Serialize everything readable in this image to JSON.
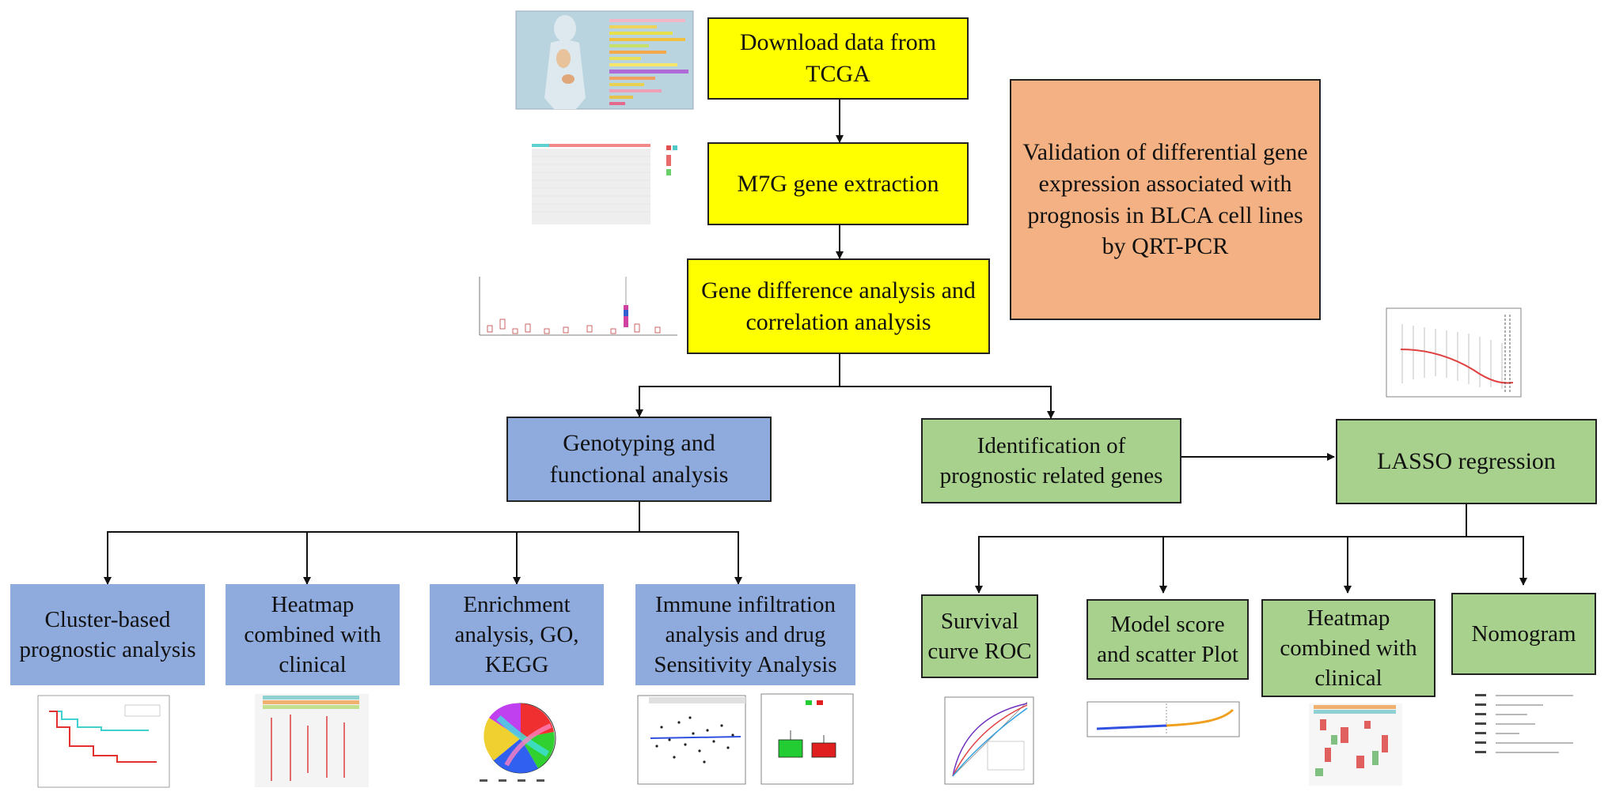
{
  "nodes": {
    "download": "Download data from TCGA",
    "extraction": "M7G gene extraction",
    "difference": "Gene difference analysis and correlation analysis",
    "validation": "Validation of differential gene expression associated with prognosis in BLCA cell lines by QRT-PCR",
    "genotyping": "Genotyping and functional analysis",
    "identification": "Identification of prognostic related genes",
    "lasso": "LASSO regression",
    "cluster": "Cluster-based prognostic analysis",
    "heatmap_left": "Heatmap combined with clinical",
    "enrichment": "Enrichment analysis, GO, KEGG",
    "immune": "Immune infiltration analysis and drug Sensitivity Analysis",
    "survival": "Survival curve ROC",
    "model_score": "Model score and scatter Plot",
    "heatmap_right": "Heatmap combined with clinical",
    "nomogram": "Nomogram"
  },
  "colors": {
    "yellow": "#ffff00",
    "orange": "#f4b183",
    "blue": "#8faadc",
    "green": "#a9d18e"
  }
}
